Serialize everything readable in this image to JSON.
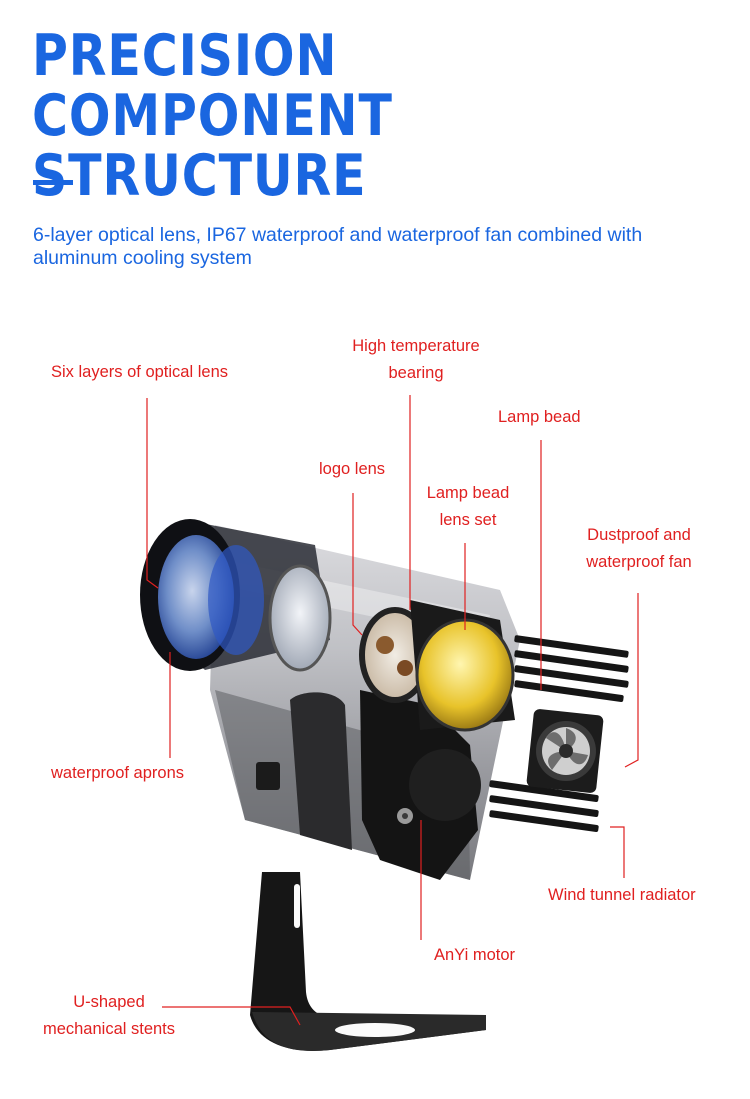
{
  "header": {
    "title_line1": "PRECISION COMPONENT",
    "title_line2": "STRUCTURE",
    "subtitle": "6-layer optical lens, IP67 waterproof and waterproof fan combined with aluminum cooling system"
  },
  "callouts": {
    "six_layers": "Six layers of optical lens",
    "high_temp_line1": "High temperature",
    "high_temp_line2": "bearing",
    "lamp_bead": "Lamp bead",
    "logo_lens": "logo lens",
    "lens_set_line1": "Lamp bead",
    "lens_set_line2": "lens set",
    "fan_line1": "Dustproof and",
    "fan_line2": "waterproof fan",
    "aprons": "waterproof aprons",
    "radiator": "Wind tunnel radiator",
    "motor": "AnYi motor",
    "stents_line1": "U-shaped",
    "stents_line2": "mechanical stents"
  },
  "colors": {
    "title_blue": "#1a66e0",
    "callout_red": "#e02020"
  }
}
